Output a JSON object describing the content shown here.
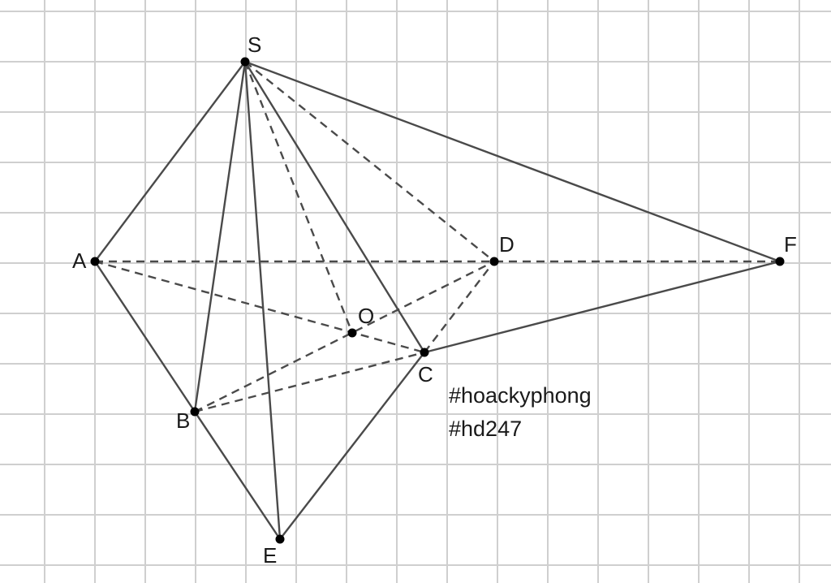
{
  "points": {
    "S": {
      "label": "S"
    },
    "A": {
      "label": "A"
    },
    "B": {
      "label": "B"
    },
    "C": {
      "label": "C"
    },
    "D": {
      "label": "D"
    },
    "E": {
      "label": "E"
    },
    "F": {
      "label": "F"
    },
    "O": {
      "label": "O"
    }
  },
  "solid_edges": [
    [
      "S",
      "A"
    ],
    [
      "S",
      "B"
    ],
    [
      "S",
      "E"
    ],
    [
      "S",
      "C"
    ],
    [
      "S",
      "F"
    ],
    [
      "A",
      "B"
    ],
    [
      "B",
      "E"
    ],
    [
      "E",
      "C"
    ],
    [
      "C",
      "F"
    ]
  ],
  "dashed_edges": [
    [
      "A",
      "F"
    ],
    [
      "S",
      "O"
    ],
    [
      "S",
      "D"
    ],
    [
      "A",
      "C"
    ],
    [
      "B",
      "D"
    ],
    [
      "B",
      "C"
    ],
    [
      "C",
      "D"
    ]
  ],
  "hashtags": {
    "line1": "#hoackyphong",
    "line2": "#hd247"
  },
  "colors": {
    "grid": "#cfcfcf",
    "line": "#4a4a4a",
    "point": "#000000",
    "text": "#1a1a1a"
  }
}
